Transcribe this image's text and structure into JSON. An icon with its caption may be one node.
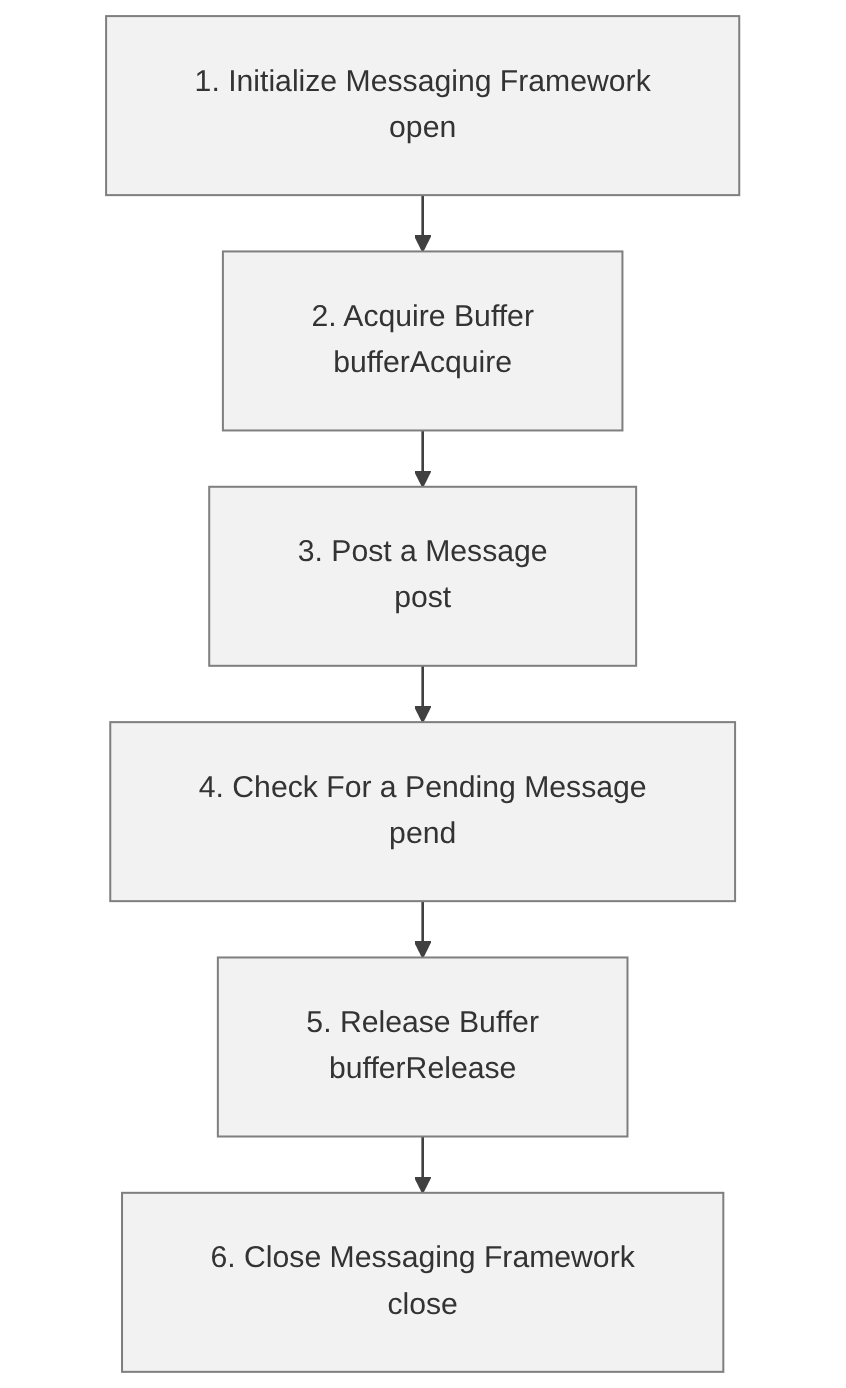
{
  "diagram": {
    "nodes": [
      {
        "text": [
          "1.  Initialize Messaging Framework",
          "open"
        ]
      },
      {
        "text": [
          "2.  Acquire Buffer",
          "bufferAcquire"
        ]
      },
      {
        "text": [
          "3.  Post a Message",
          "post"
        ]
      },
      {
        "text": [
          "4.  Check For a Pending Message",
          "pend"
        ]
      },
      {
        "text": [
          "5.  Release Buffer",
          "bufferRelease"
        ]
      },
      {
        "text": [
          "6.  Close Messaging Framework",
          "close"
        ]
      }
    ],
    "edges": [
      {
        "from": 0,
        "to": 1,
        "arrow": "to"
      },
      {
        "from": 1,
        "to": 2,
        "arrow": "to"
      },
      {
        "from": 2,
        "to": 3,
        "arrow": "to"
      },
      {
        "from": 3,
        "to": 4,
        "arrow": "to"
      },
      {
        "from": 4,
        "to": 5,
        "arrow": "to"
      }
    ]
  }
}
